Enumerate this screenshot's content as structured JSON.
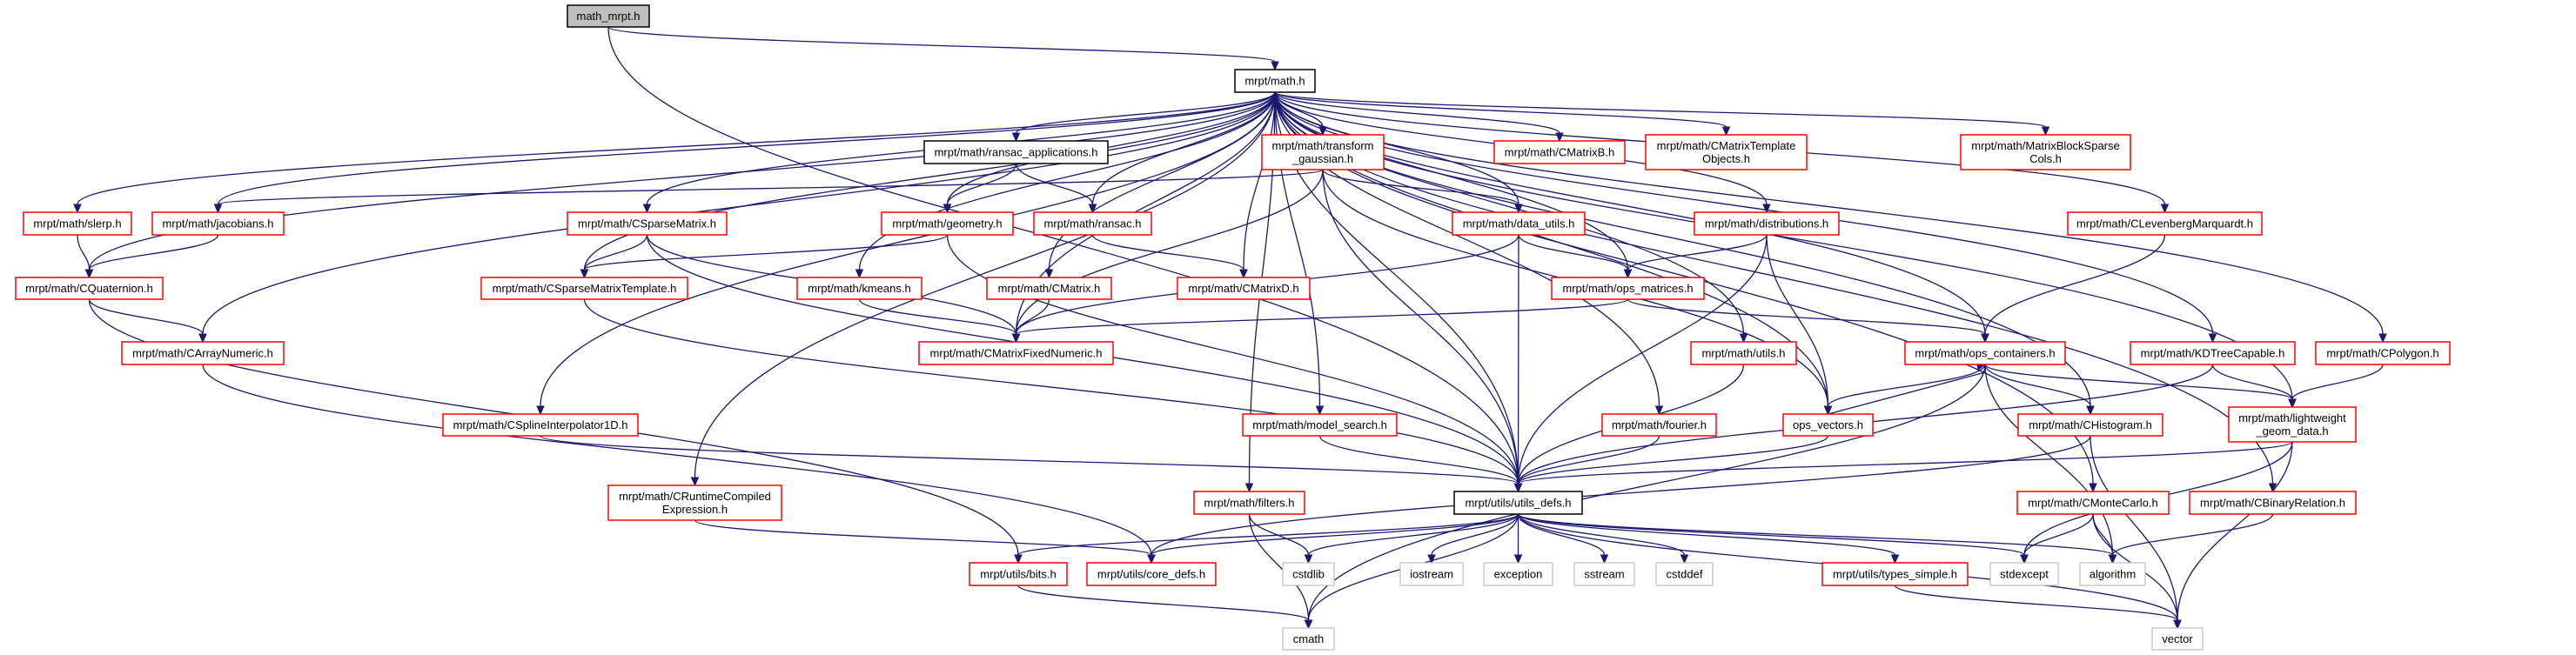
{
  "title": "math_mrpt.h",
  "colors": {
    "edge": "#191970",
    "documented_border": "#ff0000",
    "root_fill": "#bfbfbf",
    "system_border": "#bfbfbf",
    "undocumented_border": "#000000"
  },
  "nodes": [
    {
      "id": "math_mrpt",
      "lines": [
        "math_mrpt.h"
      ]
    },
    {
      "id": "math",
      "lines": [
        "mrpt/math.h"
      ]
    },
    {
      "id": "ransac_apps",
      "lines": [
        "mrpt/math/ransac_applications.h"
      ]
    },
    {
      "id": "transform_gaussian",
      "lines": [
        "mrpt/math/transform",
        "_gaussian.h"
      ]
    },
    {
      "id": "CMatrixB",
      "lines": [
        "mrpt/math/CMatrixB.h"
      ]
    },
    {
      "id": "CMatrixTemplateObjects",
      "lines": [
        "mrpt/math/CMatrixTemplate",
        "Objects.h"
      ]
    },
    {
      "id": "MatrixBlockSparseCols",
      "lines": [
        "mrpt/math/MatrixBlockSparse",
        "Cols.h"
      ]
    },
    {
      "id": "slerp",
      "lines": [
        "mrpt/math/slerp.h"
      ]
    },
    {
      "id": "jacobians",
      "lines": [
        "mrpt/math/jacobians.h"
      ]
    },
    {
      "id": "CSparseMatrix",
      "lines": [
        "mrpt/math/CSparseMatrix.h"
      ]
    },
    {
      "id": "geometry",
      "lines": [
        "mrpt/math/geometry.h"
      ]
    },
    {
      "id": "ransac",
      "lines": [
        "mrpt/math/ransac.h"
      ]
    },
    {
      "id": "data_utils",
      "lines": [
        "mrpt/math/data_utils.h"
      ]
    },
    {
      "id": "distributions",
      "lines": [
        "mrpt/math/distributions.h"
      ]
    },
    {
      "id": "CLevenbergMarquardt",
      "lines": [
        "mrpt/math/CLevenbergMarquardt.h"
      ]
    },
    {
      "id": "CQuaternion",
      "lines": [
        "mrpt/math/CQuaternion.h"
      ]
    },
    {
      "id": "CSparseMatrixTemplate",
      "lines": [
        "mrpt/math/CSparseMatrixTemplate.h"
      ]
    },
    {
      "id": "kmeans",
      "lines": [
        "mrpt/math/kmeans.h"
      ]
    },
    {
      "id": "CMatrix",
      "lines": [
        "mrpt/math/CMatrix.h"
      ]
    },
    {
      "id": "CMatrixD",
      "lines": [
        "mrpt/math/CMatrixD.h"
      ]
    },
    {
      "id": "ops_matrices",
      "lines": [
        "mrpt/math/ops_matrices.h"
      ]
    },
    {
      "id": "CArrayNumeric",
      "lines": [
        "mrpt/math/CArrayNumeric.h"
      ]
    },
    {
      "id": "CMatrixFixedNumeric",
      "lines": [
        "mrpt/math/CMatrixFixedNumeric.h"
      ]
    },
    {
      "id": "utils",
      "lines": [
        "mrpt/math/utils.h"
      ]
    },
    {
      "id": "ops_containers",
      "lines": [
        "mrpt/math/ops_containers.h"
      ]
    },
    {
      "id": "KDTreeCapable",
      "lines": [
        "mrpt/math/KDTreeCapable.h"
      ]
    },
    {
      "id": "CPolygon",
      "lines": [
        "mrpt/math/CPolygon.h"
      ]
    },
    {
      "id": "CSplineInterpolator1D",
      "lines": [
        "mrpt/math/CSplineInterpolator1D.h"
      ]
    },
    {
      "id": "model_search",
      "lines": [
        "mrpt/math/model_search.h"
      ]
    },
    {
      "id": "fourier",
      "lines": [
        "mrpt/math/fourier.h"
      ]
    },
    {
      "id": "ops_vectors",
      "lines": [
        "ops_vectors.h"
      ]
    },
    {
      "id": "CHistogram",
      "lines": [
        "mrpt/math/CHistogram.h"
      ]
    },
    {
      "id": "lightweight",
      "lines": [
        "mrpt/math/lightweight",
        "_geom_data.h"
      ]
    },
    {
      "id": "CRuntime",
      "lines": [
        "mrpt/math/CRuntimeCompiled",
        "Expression.h"
      ]
    },
    {
      "id": "filters",
      "lines": [
        "mrpt/math/filters.h"
      ]
    },
    {
      "id": "utils_defs",
      "lines": [
        "mrpt/utils/utils_defs.h"
      ]
    },
    {
      "id": "CMonteCarlo",
      "lines": [
        "mrpt/math/CMonteCarlo.h"
      ]
    },
    {
      "id": "CBinaryRelation",
      "lines": [
        "mrpt/math/CBinaryRelation.h"
      ]
    },
    {
      "id": "bits",
      "lines": [
        "mrpt/utils/bits.h"
      ]
    },
    {
      "id": "core_defs",
      "lines": [
        "mrpt/utils/core_defs.h"
      ]
    },
    {
      "id": "cstdlib",
      "lines": [
        "cstdlib"
      ]
    },
    {
      "id": "iostream",
      "lines": [
        "iostream"
      ]
    },
    {
      "id": "exception",
      "lines": [
        "exception"
      ]
    },
    {
      "id": "sstream",
      "lines": [
        "sstream"
      ]
    },
    {
      "id": "cstddef",
      "lines": [
        "cstddef"
      ]
    },
    {
      "id": "types_simple",
      "lines": [
        "mrpt/utils/types_simple.h"
      ]
    },
    {
      "id": "stdexcept",
      "lines": [
        "stdexcept"
      ]
    },
    {
      "id": "algorithm",
      "lines": [
        "algorithm"
      ]
    },
    {
      "id": "cmath",
      "lines": [
        "cmath"
      ]
    },
    {
      "id": "vector",
      "lines": [
        "vector"
      ]
    }
  ],
  "edges": [
    [
      "math_mrpt",
      "math"
    ],
    [
      "math_mrpt",
      "utils_defs"
    ],
    [
      "math",
      "ransac_apps"
    ],
    [
      "math",
      "transform_gaussian"
    ],
    [
      "math",
      "CMatrixB"
    ],
    [
      "math",
      "CMatrixTemplateObjects"
    ],
    [
      "math",
      "MatrixBlockSparseCols"
    ],
    [
      "math",
      "slerp"
    ],
    [
      "math",
      "jacobians"
    ],
    [
      "math",
      "CSparseMatrix"
    ],
    [
      "math",
      "geometry"
    ],
    [
      "math",
      "ransac"
    ],
    [
      "math",
      "data_utils"
    ],
    [
      "math",
      "distributions"
    ],
    [
      "math",
      "CLevenbergMarquardt"
    ],
    [
      "math",
      "CQuaternion"
    ],
    [
      "math",
      "CSparseMatrixTemplate"
    ],
    [
      "math",
      "kmeans"
    ],
    [
      "math",
      "CMatrix"
    ],
    [
      "math",
      "CMatrixD"
    ],
    [
      "math",
      "ops_matrices"
    ],
    [
      "math",
      "CArrayNumeric"
    ],
    [
      "math",
      "CMatrixFixedNumeric"
    ],
    [
      "math",
      "utils"
    ],
    [
      "math",
      "ops_containers"
    ],
    [
      "math",
      "KDTreeCapable"
    ],
    [
      "math",
      "CPolygon"
    ],
    [
      "math",
      "CSplineInterpolator1D"
    ],
    [
      "math",
      "model_search"
    ],
    [
      "math",
      "fourier"
    ],
    [
      "math",
      "ops_vectors"
    ],
    [
      "math",
      "CHistogram"
    ],
    [
      "math",
      "lightweight"
    ],
    [
      "math",
      "CRuntime"
    ],
    [
      "math",
      "filters"
    ],
    [
      "math",
      "utils_defs"
    ],
    [
      "math",
      "CMonteCarlo"
    ],
    [
      "math",
      "CBinaryRelation"
    ],
    [
      "ransac_apps",
      "geometry"
    ],
    [
      "ransac_apps",
      "ransac"
    ],
    [
      "transform_gaussian",
      "jacobians"
    ],
    [
      "transform_gaussian",
      "data_utils"
    ],
    [
      "transform_gaussian",
      "CMatrixFixedNumeric"
    ],
    [
      "transform_gaussian",
      "utils_defs"
    ],
    [
      "transform_gaussian",
      "ops_vectors"
    ],
    [
      "slerp",
      "CQuaternion"
    ],
    [
      "jacobians",
      "CQuaternion"
    ],
    [
      "CQuaternion",
      "CArrayNumeric"
    ],
    [
      "CQuaternion",
      "bits"
    ],
    [
      "CSparseMatrix",
      "CSparseMatrixTemplate"
    ],
    [
      "CSparseMatrix",
      "CMatrixFixedNumeric"
    ],
    [
      "CSparseMatrix",
      "utils_defs"
    ],
    [
      "CSparseMatrixTemplate",
      "utils_defs"
    ],
    [
      "geometry",
      "CSparseMatrixTemplate"
    ],
    [
      "geometry",
      "utils_defs"
    ],
    [
      "ransac",
      "CMatrixD"
    ],
    [
      "kmeans",
      "CMatrixFixedNumeric"
    ],
    [
      "CMatrix",
      "CMatrixFixedNumeric"
    ],
    [
      "data_utils",
      "ops_matrices"
    ],
    [
      "data_utils",
      "CMatrixFixedNumeric"
    ],
    [
      "data_utils",
      "utils_defs"
    ],
    [
      "distributions",
      "ops_matrices"
    ],
    [
      "distributions",
      "ops_vectors"
    ],
    [
      "distributions",
      "utils_defs"
    ],
    [
      "ops_matrices",
      "CMatrixFixedNumeric"
    ],
    [
      "ops_matrices",
      "ops_containers"
    ],
    [
      "CLevenbergMarquardt",
      "ops_containers"
    ],
    [
      "CArrayNumeric",
      "core_defs"
    ],
    [
      "utils",
      "utils_defs"
    ],
    [
      "ops_containers",
      "ops_vectors"
    ],
    [
      "ops_containers",
      "CHistogram"
    ],
    [
      "ops_containers",
      "lightweight"
    ],
    [
      "ops_containers",
      "algorithm"
    ],
    [
      "ops_containers",
      "cmath"
    ],
    [
      "ops_vectors",
      "ops_containers"
    ],
    [
      "ops_vectors",
      "utils_defs"
    ],
    [
      "KDTreeCapable",
      "lightweight"
    ],
    [
      "KDTreeCapable",
      "utils_defs"
    ],
    [
      "CPolygon",
      "lightweight"
    ],
    [
      "CHistogram",
      "core_defs"
    ],
    [
      "CHistogram",
      "vector"
    ],
    [
      "lightweight",
      "utils_defs"
    ],
    [
      "lightweight",
      "stdexcept"
    ],
    [
      "lightweight",
      "vector"
    ],
    [
      "model_search",
      "utils_defs"
    ],
    [
      "fourier",
      "utils_defs"
    ],
    [
      "CSplineInterpolator1D",
      "utils_defs"
    ],
    [
      "CRuntime",
      "core_defs"
    ],
    [
      "filters",
      "cmath"
    ],
    [
      "filters",
      "cstdlib"
    ],
    [
      "utils_defs",
      "bits"
    ],
    [
      "utils_defs",
      "core_defs"
    ],
    [
      "utils_defs",
      "cstdlib"
    ],
    [
      "utils_defs",
      "iostream"
    ],
    [
      "utils_defs",
      "exception"
    ],
    [
      "utils_defs",
      "sstream"
    ],
    [
      "utils_defs",
      "cstddef"
    ],
    [
      "utils_defs",
      "types_simple"
    ],
    [
      "utils_defs",
      "stdexcept"
    ],
    [
      "utils_defs",
      "algorithm"
    ],
    [
      "utils_defs",
      "cmath"
    ],
    [
      "utils_defs",
      "vector"
    ],
    [
      "bits",
      "cmath"
    ],
    [
      "types_simple",
      "vector"
    ],
    [
      "CMonteCarlo",
      "stdexcept"
    ],
    [
      "CMonteCarlo",
      "algorithm"
    ],
    [
      "CMonteCarlo",
      "vector"
    ],
    [
      "CBinaryRelation",
      "algorithm"
    ]
  ]
}
